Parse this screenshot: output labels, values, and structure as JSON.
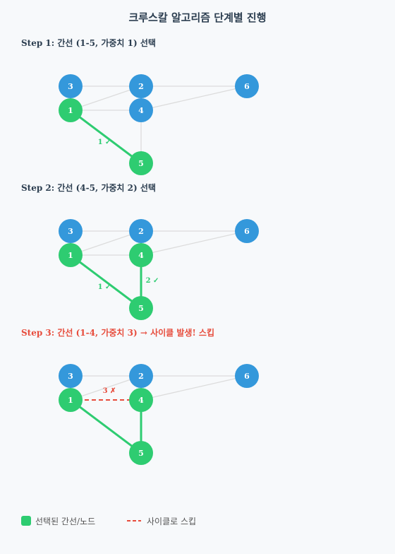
{
  "title": "크루스칼 알고리즘 단계별 진행",
  "colors": {
    "node_default": "#3498db",
    "node_selected": "#2ecc71",
    "edge_default": "#dcdcdc",
    "edge_selected": "#2ecc71",
    "edge_skipped": "#e74c3c",
    "step_skip_text": "#e74c3c"
  },
  "nodes": [
    "1",
    "2",
    "3",
    "4",
    "5",
    "6"
  ],
  "edges": [
    {
      "from": "3",
      "to": "2"
    },
    {
      "from": "2",
      "to": "6"
    },
    {
      "from": "1",
      "to": "3"
    },
    {
      "from": "1",
      "to": "2"
    },
    {
      "from": "1",
      "to": "4"
    },
    {
      "from": "2",
      "to": "4"
    },
    {
      "from": "4",
      "to": "6"
    },
    {
      "from": "4",
      "to": "5"
    },
    {
      "from": "1",
      "to": "5"
    }
  ],
  "steps": [
    {
      "label": "Step 1: 간선 (1-5, 가중치 1) 선택",
      "status": "selected",
      "selected_nodes": [
        "1",
        "5"
      ],
      "selected_edges": [
        {
          "from": "1",
          "to": "5",
          "label": "1 ✓"
        }
      ],
      "skipped_edges": []
    },
    {
      "label": "Step 2: 간선 (4-5, 가중치 2) 선택",
      "status": "selected",
      "selected_nodes": [
        "1",
        "4",
        "5"
      ],
      "selected_edges": [
        {
          "from": "1",
          "to": "5",
          "label": "1 ✓"
        },
        {
          "from": "4",
          "to": "5",
          "label": "2 ✓"
        }
      ],
      "skipped_edges": []
    },
    {
      "label": "Step 3: 간선 (1-4, 가중치 3) → 사이클 발생! 스킵",
      "status": "skipped",
      "selected_nodes": [
        "1",
        "4",
        "5"
      ],
      "selected_edges": [
        {
          "from": "1",
          "to": "5",
          "label": ""
        },
        {
          "from": "4",
          "to": "5",
          "label": ""
        }
      ],
      "skipped_edges": [
        {
          "from": "1",
          "to": "4",
          "label": "3 ✗"
        }
      ]
    }
  ],
  "legend": {
    "selected": "선택된 간선/노드",
    "skipped": "사이클로 스킵"
  }
}
